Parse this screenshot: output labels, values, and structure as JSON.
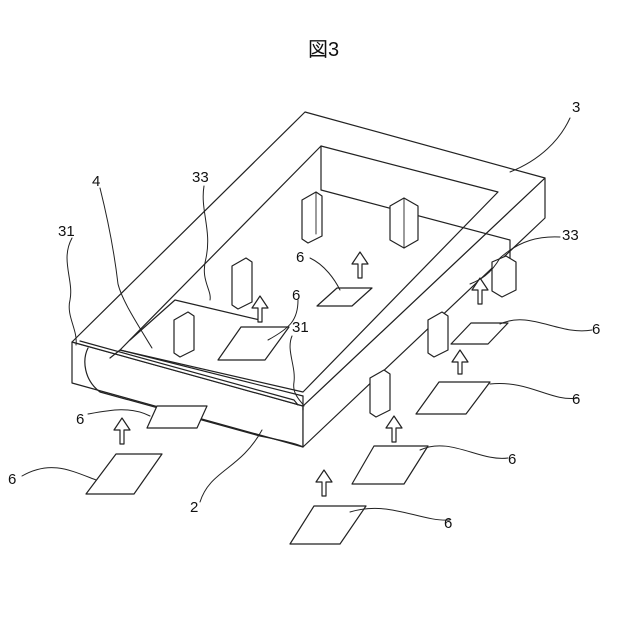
{
  "figure": {
    "title": "図3",
    "labels": {
      "frame": "3",
      "substrate": "2",
      "film": "4",
      "edge_left": "31",
      "edge_inner": "31",
      "tab_left": "33",
      "tab_right": "33",
      "pad": "6"
    }
  }
}
